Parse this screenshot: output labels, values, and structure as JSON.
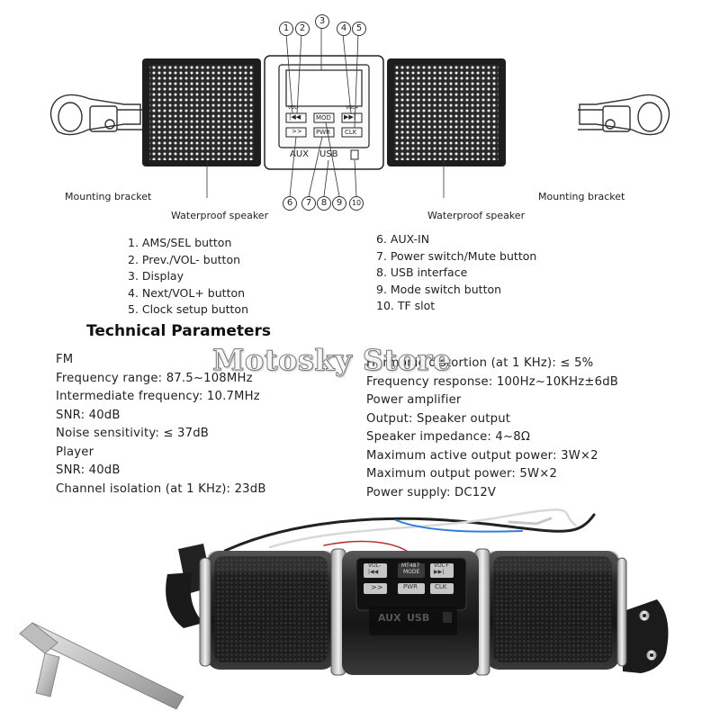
{
  "diagram": {
    "callouts_top": [
      "1",
      "2",
      "3",
      "4",
      "5"
    ],
    "callouts_bottom": [
      "6",
      "7",
      "8",
      "9",
      "10"
    ],
    "labels": {
      "bracket_left": "Mounting bracket",
      "bracket_right": "Mounting bracket",
      "speaker_left": "Waterproof speaker",
      "speaker_right": "Waterproof speaker"
    },
    "panel": {
      "btn_vol_minus_tag": "VOL-",
      "btn_vol_plus_tag": "VOL+",
      "btn_prev": "|◀◀",
      "btn_mod": "MOD",
      "btn_next": "▶▶|",
      "btn_ams": ">>",
      "btn_pwr": "PWR",
      "btn_clk": "CLK",
      "aux": "AUX",
      "usb": "USB"
    }
  },
  "legend": {
    "left": [
      "1. AMS/SEL button",
      "2. Prev./VOL- button",
      "3. Display",
      "4. Next/VOL+ button",
      "5. Clock setup button"
    ],
    "right": [
      "6. AUX-IN",
      "7. Power switch/Mute button",
      "8. USB interface",
      "9. Mode switch button",
      "10. TF slot"
    ]
  },
  "params": {
    "title": "Technical Parameters",
    "left": [
      "FM",
      "Frequency range: 87.5~108MHz",
      "Intermediate frequency: 10.7MHz",
      "SNR: 40dB",
      "Noise sensitivity: ≤ 37dB",
      "Player",
      "SNR: 40dB",
      "Channel isolation (at 1 KHz): 23dB"
    ],
    "right": [
      "Harmonic distortion (at 1 KHz): ≤ 5%",
      "Frequency response: 100Hz~10KHz±6dB",
      "Power amplifier",
      "Output: Speaker output",
      "Speaker impedance: 4~8Ω",
      "Maximum active output power: 3W×2",
      "Maximum output power: 5W×2",
      "Power supply: DC12V"
    ]
  },
  "watermark": "Motosky Store",
  "photo": {
    "vol_minus": "VOL-",
    "vol_minus_sym": "|◀◀",
    "mode_top": "MT487",
    "mode": "MODE",
    "vol_plus": "VOL+",
    "vol_plus_sym": "▶▶|",
    "ams": ">>",
    "pwr": "PWR",
    "clk": "CLK",
    "aux": "AUX",
    "usb": "USB"
  }
}
